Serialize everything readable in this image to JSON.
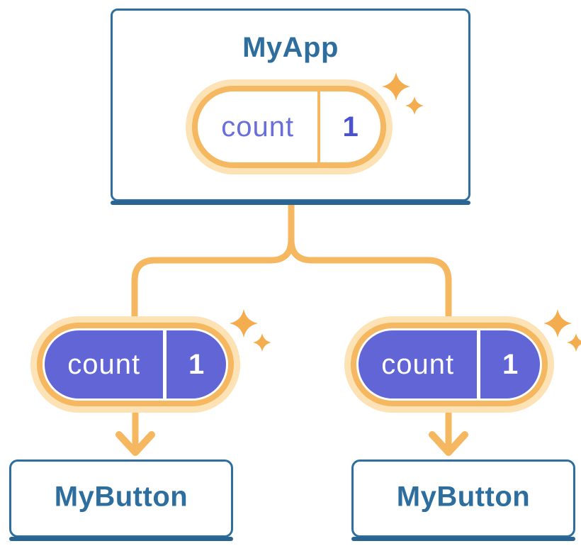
{
  "diagram": {
    "type": "component-state-tree",
    "root": {
      "title": "MyApp",
      "state": {
        "name": "count",
        "value": "1"
      }
    },
    "children": [
      {
        "title": "MyButton",
        "state": {
          "name": "count",
          "value": "1"
        }
      },
      {
        "title": "MyButton",
        "state": {
          "name": "count",
          "value": "1"
        }
      }
    ]
  },
  "icons": {
    "sparkle": "four-point-star-sparkle",
    "arrow": "arrow-down"
  },
  "colors": {
    "node_border_blue": "#2E6E9E",
    "node_shadow_blue": "#2A6492",
    "node_text_blue": "#2E6E9E",
    "connector_orange": "#F5B75F",
    "pill_ring_orange": "#F5B75F",
    "pill_halo_orange": "#FCE2B4",
    "sparkle_orange": "#F3AC4E",
    "pill_fill_indigo": "#6165D6",
    "state_name_indigo": "#6A6EDB",
    "state_value_indigo": "#4A52CC",
    "pill_text_white": "#FFFFFF",
    "background": "#FFFFFF"
  }
}
